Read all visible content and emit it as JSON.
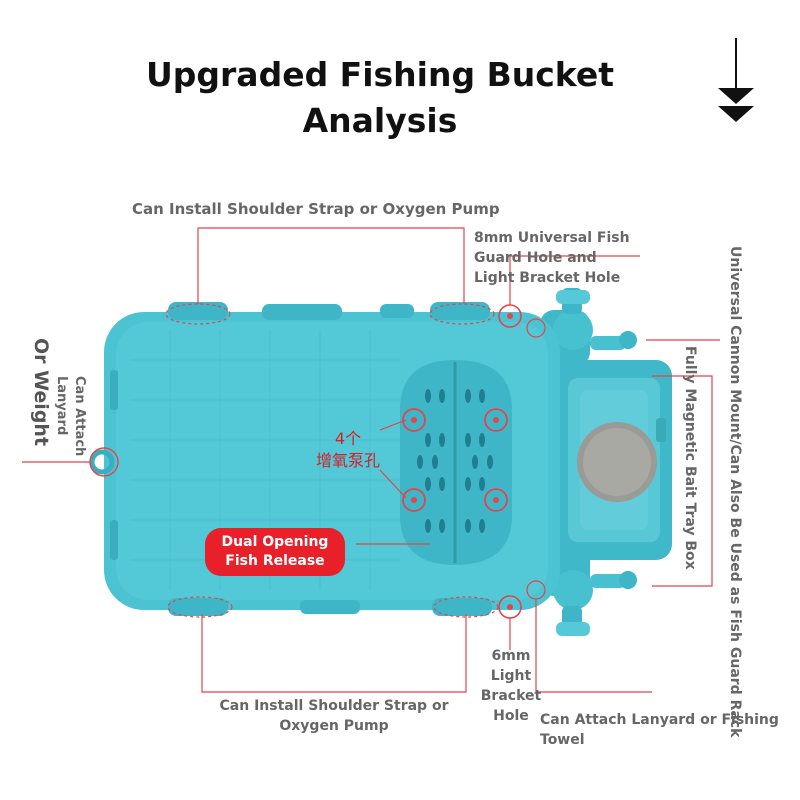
{
  "title": {
    "line1": "Upgraded Fishing Bucket",
    "line2": "Analysis"
  },
  "labels": {
    "top_strap": "Can Install Shoulder Strap or Oxygen Pump",
    "guard_hole_l1": "8mm Universal Fish",
    "guard_hole_l2": "Guard Hole and",
    "guard_hole_l3": "Light Bracket Hole",
    "cannon_mount": "Universal Cannon Mount/Can Also Be Used as Fish Guard Rack",
    "bait_tray": "Fully Magnetic Bait Tray Box",
    "lanyard_weight": "Or Weight",
    "lanyard_attach_l1": "Can Attach",
    "lanyard_attach_l2": "Lanyard",
    "pump_holes_l1": "4个",
    "pump_holes_l2": "增氧泵孔",
    "release_l1": "Dual Opening",
    "release_l2": "Fish Release",
    "bottom_strap_l1": "Can Install Shoulder Strap or",
    "bottom_strap_l2": "Oxygen Pump",
    "light_hole_l1": "6mm",
    "light_hole_l2": "Light",
    "light_hole_l3": "Bracket",
    "light_hole_l4": "Hole",
    "towel_l1": "Can Attach Lanyard or Fishing",
    "towel_l2": "Towel"
  },
  "colors": {
    "bucket": "#4cc3d3",
    "bucket_dark": "#2fa9bb",
    "annotation": "#e0464b",
    "label_text": "#666666",
    "accent_red": "#e8202a"
  },
  "icons": [
    "down-arrow-icon"
  ]
}
